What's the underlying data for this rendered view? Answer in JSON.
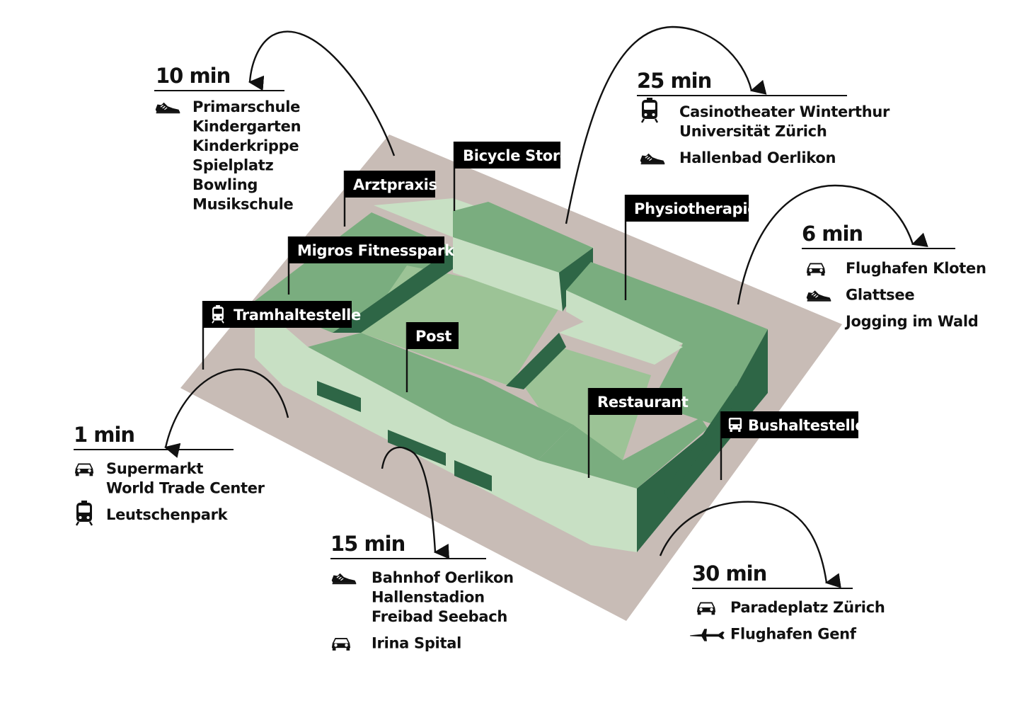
{
  "colors": {
    "ground": "#c8bcb6",
    "roof_dark": "#7aad7f",
    "roof_mid": "#9cc396",
    "roof_light": "#c8e0c4",
    "wall_dark": "#2e6646",
    "label_bg": "#000000"
  },
  "places": [
    {
      "id": "bicycle_store",
      "label": "Bicycle Store"
    },
    {
      "id": "arztpraxis",
      "label": "Arztpraxis"
    },
    {
      "id": "physiotherapie",
      "label": "Physiotherapie"
    },
    {
      "id": "migros_fitnesspark",
      "label": "Migros Fitnesspark"
    },
    {
      "id": "tramhaltestelle",
      "label": "Tramhaltestelle",
      "icon": "tram-icon"
    },
    {
      "id": "post",
      "label": "Post"
    },
    {
      "id": "restaurant",
      "label": "Restaurant"
    },
    {
      "id": "bushaltestelle",
      "label": "Bushaltestelle",
      "icon": "bus-icon"
    }
  ],
  "groups": [
    {
      "id": "g10",
      "time": "10 min",
      "entries": [
        {
          "icon": "shoe-icon",
          "lines": [
            "Primarschule",
            "Kindergarten",
            "Kinderkrippe",
            "Spielplatz",
            "Bowling",
            "Musikschule"
          ]
        }
      ]
    },
    {
      "id": "g25",
      "time": "25 min",
      "entries": [
        {
          "icon": "train-icon",
          "lines": [
            "Casinotheater Winterthur",
            "Universität Zürich"
          ]
        },
        {
          "icon": "shoe-icon",
          "lines": [
            "Hallenbad Oerlikon"
          ]
        }
      ]
    },
    {
      "id": "g6",
      "time": "6 min",
      "entries": [
        {
          "icon": "car-icon",
          "lines": [
            "Flughafen Kloten"
          ]
        },
        {
          "icon": "shoe-icon",
          "lines": [
            "Glattsee"
          ]
        },
        {
          "icon": "",
          "lines": [
            "Jogging im Wald"
          ]
        }
      ]
    },
    {
      "id": "g1",
      "time": "1 min",
      "entries": [
        {
          "icon": "car-icon",
          "lines": [
            "Supermarkt",
            "World Trade Center"
          ]
        },
        {
          "icon": "train-icon",
          "lines": [
            "Leutschenpark"
          ]
        }
      ]
    },
    {
      "id": "g15",
      "time": "15 min",
      "entries": [
        {
          "icon": "shoe-icon",
          "lines": [
            "Bahnhof Oerlikon",
            "Hallenstadion",
            "Freibad Seebach"
          ]
        },
        {
          "icon": "car-icon",
          "lines": [
            "Irina Spital"
          ]
        }
      ]
    },
    {
      "id": "g30",
      "time": "30 min",
      "entries": [
        {
          "icon": "car-icon",
          "lines": [
            "Paradeplatz Zürich"
          ]
        },
        {
          "icon": "plane-icon",
          "lines": [
            "Flughafen Genf"
          ]
        }
      ]
    }
  ]
}
